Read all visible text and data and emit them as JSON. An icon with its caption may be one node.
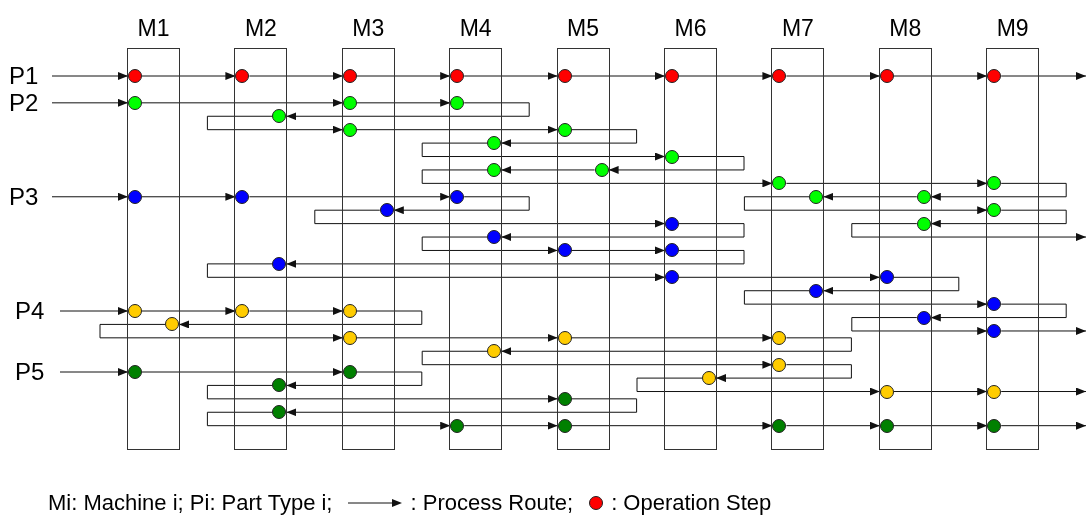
{
  "diagram": {
    "nodes": [
      {
        "text": [
          "M1"
        ]
      },
      {
        "text": [
          "M2"
        ]
      },
      {
        "text": [
          "M3"
        ]
      },
      {
        "text": [
          "M4"
        ]
      },
      {
        "text": [
          "M5"
        ]
      },
      {
        "text": [
          "M6"
        ]
      },
      {
        "text": [
          "M7"
        ]
      },
      {
        "text": [
          "M8"
        ]
      },
      {
        "text": [
          "M9"
        ]
      },
      {
        "text": [
          "P1"
        ]
      },
      {
        "text": [
          "P2"
        ]
      },
      {
        "text": [
          "P3"
        ]
      },
      {
        "text": [
          "P4"
        ]
      },
      {
        "text": [
          "P5"
        ]
      },
      {
        "text": [],
        "shape": "circle",
        "in": 0
      },
      {
        "text": [],
        "shape": "circle",
        "in": 1
      },
      {
        "text": [],
        "shape": "circle",
        "in": 2
      },
      {
        "text": [],
        "shape": "circle",
        "in": 3
      },
      {
        "text": [],
        "shape": "circle",
        "in": 4
      },
      {
        "text": [],
        "shape": "circle",
        "in": 5
      },
      {
        "text": [],
        "shape": "circle",
        "in": 6
      },
      {
        "text": [],
        "shape": "circle",
        "in": 7
      },
      {
        "text": [],
        "shape": "circle",
        "in": 8
      },
      {
        "text": [],
        "shape": "circle",
        "in": 0
      },
      {
        "text": [],
        "shape": "circle",
        "in": 2
      },
      {
        "text": [],
        "shape": "circle",
        "in": 3
      },
      {
        "text": [],
        "shape": "circle",
        "in": 1
      },
      {
        "text": [],
        "shape": "circle",
        "in": 2
      },
      {
        "text": [],
        "shape": "circle",
        "in": 4
      },
      {
        "text": [],
        "shape": "circle",
        "in": 3
      },
      {
        "text": [],
        "shape": "circle",
        "in": 5
      },
      {
        "text": [],
        "shape": "circle",
        "in": 4
      },
      {
        "text": [],
        "shape": "circle",
        "in": 3
      },
      {
        "text": [],
        "shape": "circle",
        "in": 6
      },
      {
        "text": [],
        "shape": "circle",
        "in": 8
      },
      {
        "text": [],
        "shape": "circle",
        "in": 7
      },
      {
        "text": [],
        "shape": "circle",
        "in": 6
      },
      {
        "text": [],
        "shape": "circle",
        "in": 8
      },
      {
        "text": [],
        "shape": "circle",
        "in": 7
      },
      {
        "text": [],
        "shape": "circle",
        "in": 0
      },
      {
        "text": [],
        "shape": "circle",
        "in": 1
      },
      {
        "text": [],
        "shape": "circle",
        "in": 3
      },
      {
        "text": [],
        "shape": "circle",
        "in": 2
      },
      {
        "text": [],
        "shape": "circle",
        "in": 5
      },
      {
        "text": [],
        "shape": "circle",
        "in": 3
      },
      {
        "text": [],
        "shape": "circle",
        "in": 4
      },
      {
        "text": [],
        "shape": "circle",
        "in": 5
      },
      {
        "text": [],
        "shape": "circle",
        "in": 1
      },
      {
        "text": [],
        "shape": "circle",
        "in": 5
      },
      {
        "text": [],
        "shape": "circle",
        "in": 7
      },
      {
        "text": [],
        "shape": "circle",
        "in": 6
      },
      {
        "text": [],
        "shape": "circle",
        "in": 8
      },
      {
        "text": [],
        "shape": "circle",
        "in": 7
      },
      {
        "text": [],
        "shape": "circle",
        "in": 8
      },
      {
        "text": [],
        "shape": "circle",
        "in": 0
      },
      {
        "text": [],
        "shape": "circle",
        "in": 1
      },
      {
        "text": [],
        "shape": "circle",
        "in": 2
      },
      {
        "text": [],
        "shape": "circle",
        "in": 0
      },
      {
        "text": [],
        "shape": "circle",
        "in": 2
      },
      {
        "text": [],
        "shape": "circle",
        "in": 4
      },
      {
        "text": [],
        "shape": "circle",
        "in": 6
      },
      {
        "text": [],
        "shape": "circle",
        "in": 3
      },
      {
        "text": [],
        "shape": "circle",
        "in": 6
      },
      {
        "text": [],
        "shape": "circle",
        "in": 5
      },
      {
        "text": [],
        "shape": "circle",
        "in": 7
      },
      {
        "text": [],
        "shape": "circle",
        "in": 8
      },
      {
        "text": [],
        "shape": "circle",
        "in": 0
      },
      {
        "text": [],
        "shape": "circle",
        "in": 2
      },
      {
        "text": [],
        "shape": "circle",
        "in": 1
      },
      {
        "text": [],
        "shape": "circle",
        "in": 4
      },
      {
        "text": [],
        "shape": "circle",
        "in": 1
      },
      {
        "text": [],
        "shape": "circle",
        "in": 3
      },
      {
        "text": [],
        "shape": "circle",
        "in": 4
      },
      {
        "text": [],
        "shape": "circle",
        "in": 6
      },
      {
        "text": [],
        "shape": "circle",
        "in": 7
      },
      {
        "text": [],
        "shape": "circle",
        "in": 8
      }
    ],
    "edges": [
      {
        "from": 9,
        "to": 14,
        "arrow": "to"
      },
      {
        "from": 14,
        "to": 15,
        "arrow": "to"
      },
      {
        "from": 15,
        "to": 16,
        "arrow": "to"
      },
      {
        "from": 16,
        "to": 17,
        "arrow": "to"
      },
      {
        "from": 17,
        "to": 18,
        "arrow": "to"
      },
      {
        "from": 18,
        "to": 19,
        "arrow": "to"
      },
      {
        "from": 19,
        "to": 20,
        "arrow": "to"
      },
      {
        "from": 20,
        "to": 21,
        "arrow": "to"
      },
      {
        "from": 21,
        "to": 22,
        "arrow": "to"
      },
      {
        "from": 22,
        "to": null,
        "arrow": "to"
      },
      {
        "from": 10,
        "to": 23,
        "arrow": "to"
      },
      {
        "from": 23,
        "to": 24,
        "arrow": "to"
      },
      {
        "from": 24,
        "to": 25,
        "arrow": "to"
      },
      {
        "from": 25,
        "to": 26,
        "arrow": "to"
      },
      {
        "from": 26,
        "to": 27,
        "arrow": "to"
      },
      {
        "from": 27,
        "to": 28,
        "arrow": "to"
      },
      {
        "from": 28,
        "to": 29,
        "arrow": "to"
      },
      {
        "from": 29,
        "to": 30,
        "arrow": "to"
      },
      {
        "from": 30,
        "to": 31,
        "arrow": "to"
      },
      {
        "from": 31,
        "to": 32,
        "arrow": "to"
      },
      {
        "from": 32,
        "to": 33,
        "arrow": "to"
      },
      {
        "from": 33,
        "to": 34,
        "arrow": "to"
      },
      {
        "from": 34,
        "to": 35,
        "arrow": "to"
      },
      {
        "from": 35,
        "to": 36,
        "arrow": "to"
      },
      {
        "from": 36,
        "to": 37,
        "arrow": "to"
      },
      {
        "from": 37,
        "to": 38,
        "arrow": "to"
      },
      {
        "from": 38,
        "to": null,
        "arrow": "to"
      },
      {
        "from": 11,
        "to": 39,
        "arrow": "to"
      },
      {
        "from": 39,
        "to": 40,
        "arrow": "to"
      },
      {
        "from": 40,
        "to": 41,
        "arrow": "to"
      },
      {
        "from": 41,
        "to": 42,
        "arrow": "to"
      },
      {
        "from": 42,
        "to": 43,
        "arrow": "to"
      },
      {
        "from": 43,
        "to": 44,
        "arrow": "to"
      },
      {
        "from": 44,
        "to": 45,
        "arrow": "to"
      },
      {
        "from": 45,
        "to": 46,
        "arrow": "to"
      },
      {
        "from": 46,
        "to": 47,
        "arrow": "to"
      },
      {
        "from": 47,
        "to": 48,
        "arrow": "to"
      },
      {
        "from": 48,
        "to": 49,
        "arrow": "to"
      },
      {
        "from": 49,
        "to": 50,
        "arrow": "to"
      },
      {
        "from": 50,
        "to": 51,
        "arrow": "to"
      },
      {
        "from": 51,
        "to": 52,
        "arrow": "to"
      },
      {
        "from": 52,
        "to": 53,
        "arrow": "to"
      },
      {
        "from": 53,
        "to": null,
        "arrow": "to"
      },
      {
        "from": 12,
        "to": 54,
        "arrow": "to"
      },
      {
        "from": 54,
        "to": 55,
        "arrow": "to"
      },
      {
        "from": 55,
        "to": 56,
        "arrow": "to"
      },
      {
        "from": 56,
        "to": 57,
        "arrow": "to"
      },
      {
        "from": 57,
        "to": 58,
        "arrow": "to"
      },
      {
        "from": 58,
        "to": 59,
        "arrow": "to"
      },
      {
        "from": 59,
        "to": 60,
        "arrow": "to"
      },
      {
        "from": 60,
        "to": 61,
        "arrow": "to"
      },
      {
        "from": 61,
        "to": 62,
        "arrow": "to"
      },
      {
        "from": 62,
        "to": 63,
        "arrow": "to"
      },
      {
        "from": 63,
        "to": 64,
        "arrow": "to"
      },
      {
        "from": 64,
        "to": 65,
        "arrow": "to"
      },
      {
        "from": 65,
        "to": null,
        "arrow": "to"
      },
      {
        "from": 13,
        "to": 66,
        "arrow": "to"
      },
      {
        "from": 66,
        "to": 67,
        "arrow": "to"
      },
      {
        "from": 67,
        "to": 68,
        "arrow": "to"
      },
      {
        "from": 68,
        "to": 69,
        "arrow": "to"
      },
      {
        "from": 69,
        "to": 70,
        "arrow": "to"
      },
      {
        "from": 70,
        "to": 71,
        "arrow": "to"
      },
      {
        "from": 71,
        "to": 72,
        "arrow": "to"
      },
      {
        "from": 72,
        "to": 73,
        "arrow": "to"
      },
      {
        "from": 73,
        "to": 74,
        "arrow": "to"
      },
      {
        "from": 74,
        "to": 75,
        "arrow": "to"
      },
      {
        "from": 75,
        "to": null,
        "arrow": "to"
      }
    ],
    "labels": [
      "Mi: Machine i; Pi: Part Type i;"
    ],
    "legend": [
      {
        "text": ": Process Route;"
      },
      {
        "text": ": Operation Step",
        "color": "#ff0000"
      }
    ]
  }
}
